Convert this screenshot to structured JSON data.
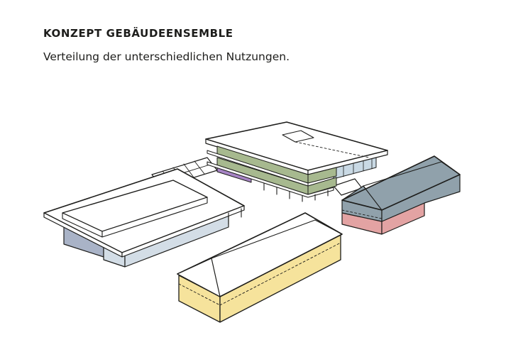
{
  "heading": "KONZEPT GEBÄUDEENSEMBLE",
  "subheading": "Verteilung der unterschiedlichen Nutzungen.",
  "colors": {
    "outline": "#1d1d1b",
    "roof": "#ffffff",
    "blue_gray_volume": "#a9b3c7",
    "light_blue_volume": "#d3dde6",
    "green_floors": "#a7b98f",
    "purple_accent": "#a684c4",
    "slate_roof": "#90a1ab",
    "salmon_base": "#e3a3a3",
    "yellow_volume": "#f6e39c",
    "glazing": "#c9d9e4"
  },
  "diagram_icons": [
    "left-pavilion-block",
    "central-terraced-block",
    "right-gable-block",
    "front-gable-block",
    "connecting-walkways"
  ]
}
